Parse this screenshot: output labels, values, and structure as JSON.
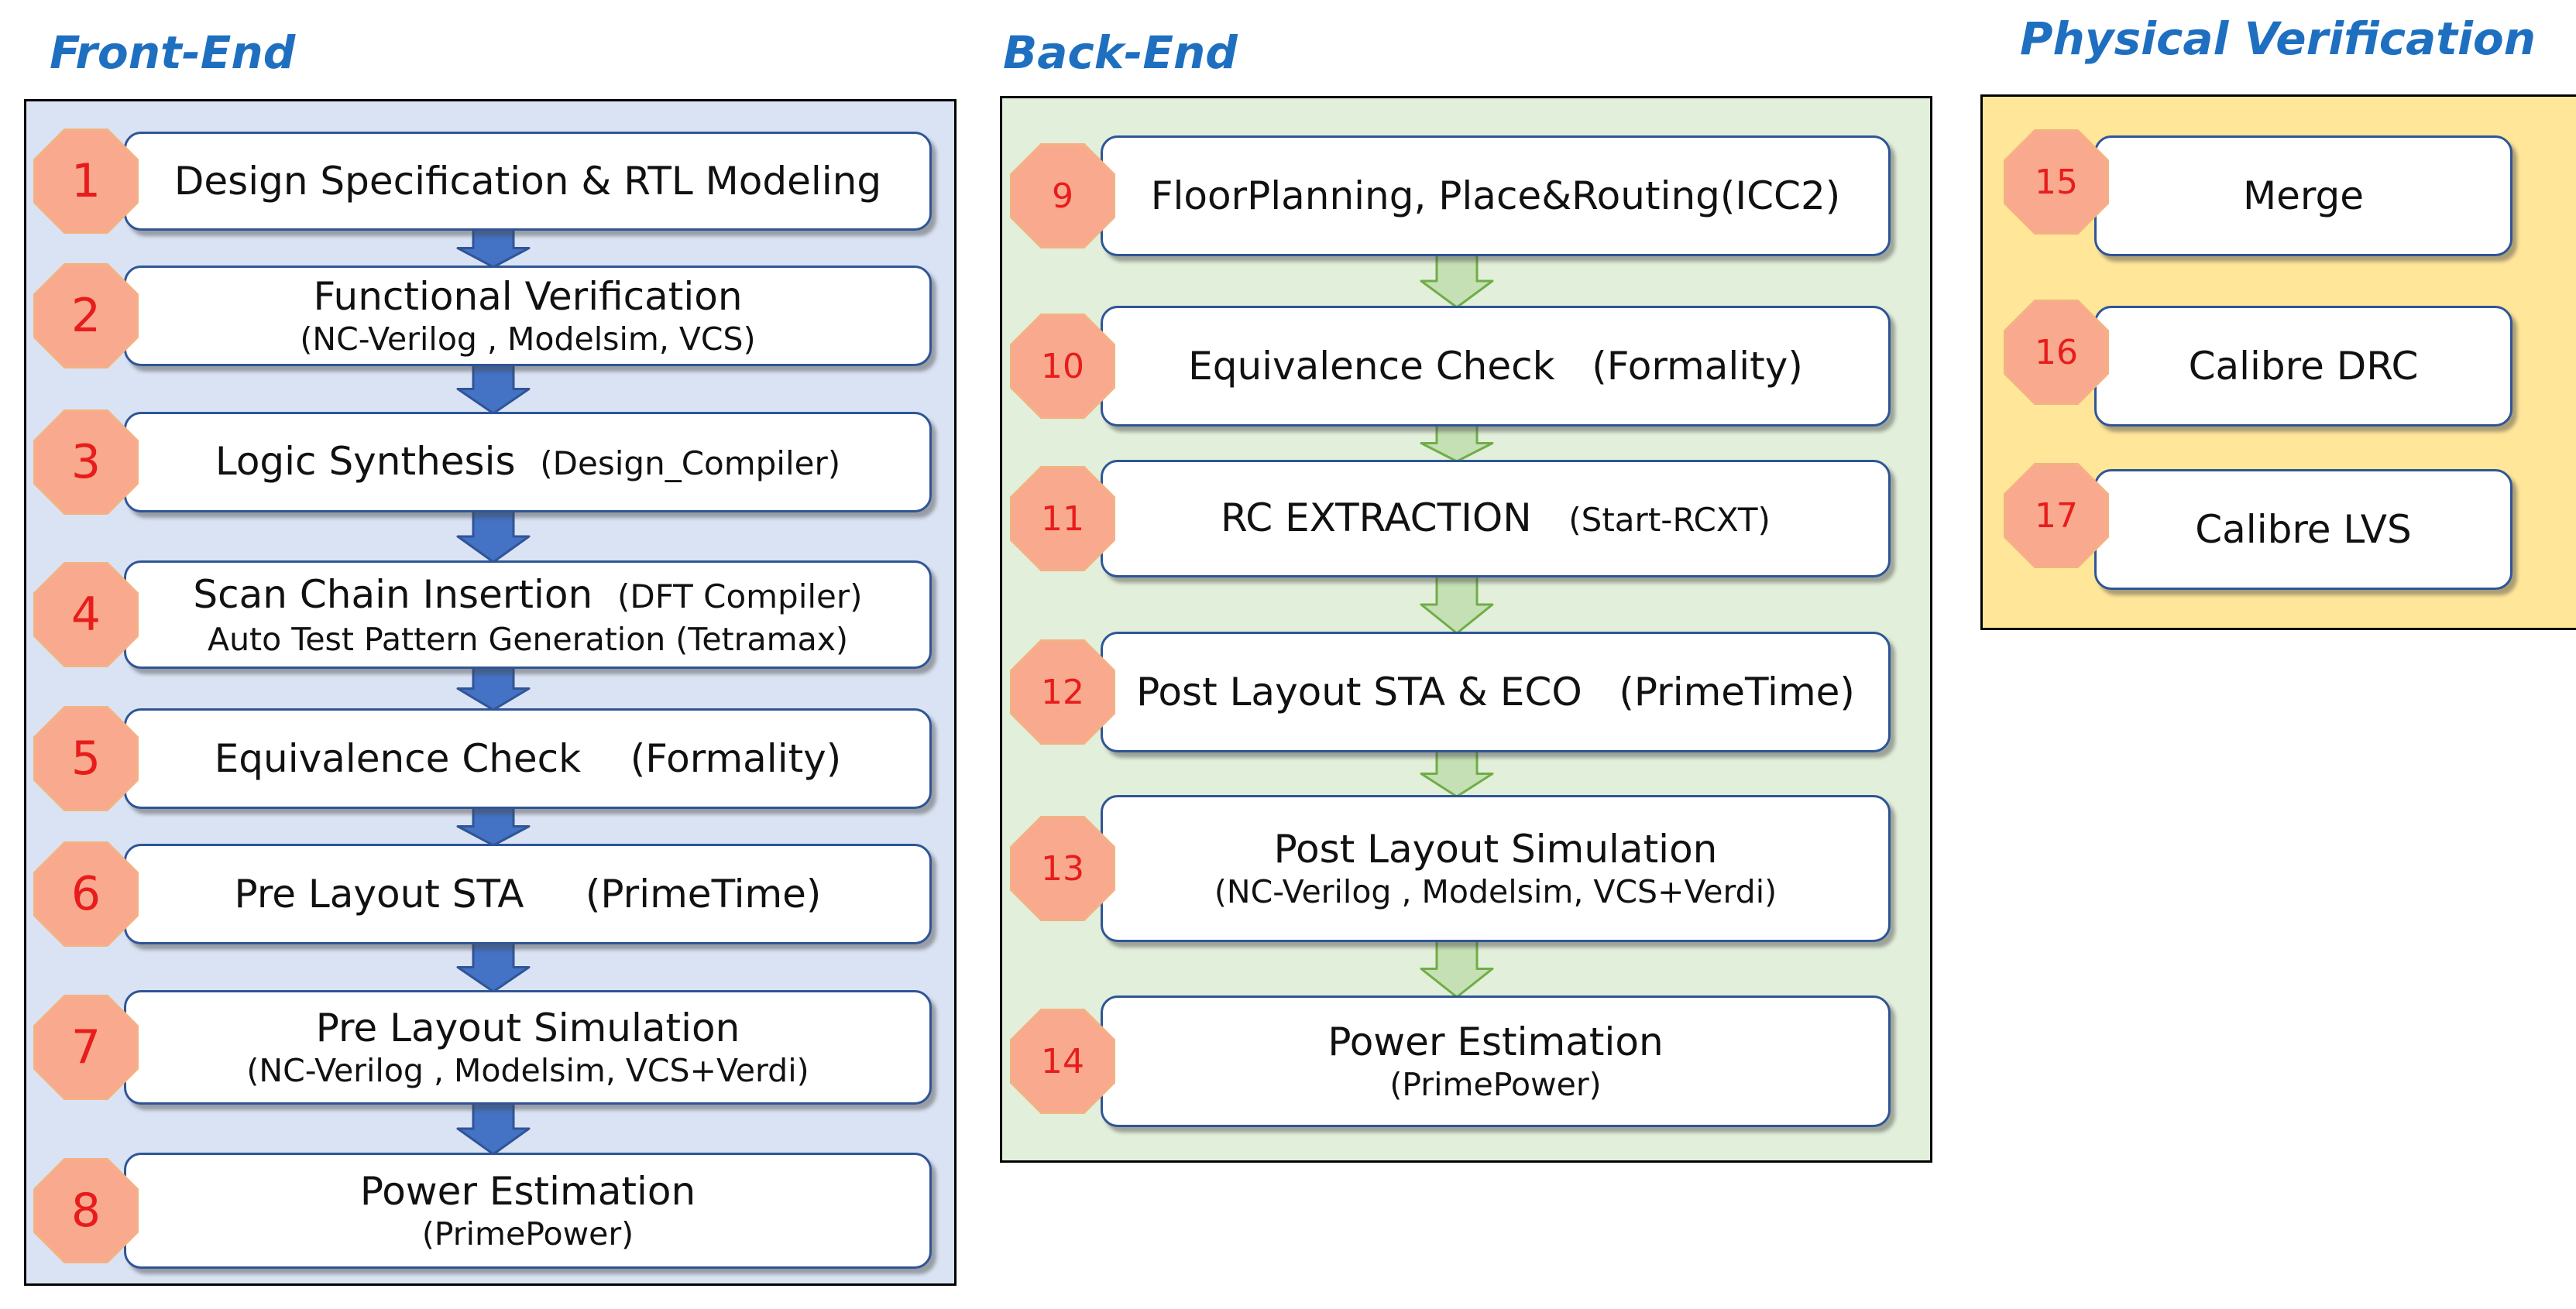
{
  "colors": {
    "front_end_panel": "#dae3f3",
    "back_end_panel": "#e2efda",
    "physical_panel": "#ffe699",
    "title_blue": "#1f6fc0",
    "box_border": "#2f5597",
    "badge_fill": "#f8a98e",
    "badge_number": "#e81c1c",
    "fe_arrow": "#4472c4",
    "be_arrow": "#c5e0b4"
  },
  "front_end": {
    "title": "Front-End",
    "steps": [
      {
        "num": "1",
        "main": "Design Specification & RTL Modeling",
        "tool": "",
        "sub": ""
      },
      {
        "num": "2",
        "main": "Functional Verification",
        "tool": "",
        "sub": "(NC-Verilog , Modelsim, VCS)"
      },
      {
        "num": "3",
        "main": "Logic Synthesis  ",
        "tool": "(Design_Compiler)",
        "sub": ""
      },
      {
        "num": "4",
        "main": "Scan Chain Insertion  ",
        "tool": "(DFT Compiler)",
        "sub": "Auto Test Pattern Generation (Tetramax)"
      },
      {
        "num": "5",
        "main": "Equivalence Check    (Formality)",
        "tool": "",
        "sub": ""
      },
      {
        "num": "6",
        "main": "Pre Layout STA     (PrimeTime)",
        "tool": "",
        "sub": ""
      },
      {
        "num": "7",
        "main": "Pre Layout Simulation",
        "tool": "",
        "sub": "(NC-Verilog , Modelsim, VCS+Verdi)"
      },
      {
        "num": "8",
        "main": "Power Estimation",
        "tool": "",
        "sub": "(PrimePower)"
      }
    ]
  },
  "back_end": {
    "title": "Back-End",
    "steps": [
      {
        "num": "9",
        "main": "FloorPlanning, Place&Routing(ICC2)",
        "tool": "",
        "sub": ""
      },
      {
        "num": "10",
        "main": "Equivalence Check   (Formality)",
        "tool": "",
        "sub": ""
      },
      {
        "num": "11",
        "main": "RC EXTRACTION   ",
        "tool": "(Start-RCXT)",
        "sub": ""
      },
      {
        "num": "12",
        "main": "Post Layout STA & ECO   (PrimeTime)",
        "tool": "",
        "sub": ""
      },
      {
        "num": "13",
        "main": "Post Layout Simulation",
        "tool": "",
        "sub": "(NC-Verilog , Modelsim, VCS+Verdi)"
      },
      {
        "num": "14",
        "main": "Power Estimation",
        "tool": "",
        "sub": "(PrimePower)"
      }
    ]
  },
  "physical_verification": {
    "title": "Physical Verification",
    "steps": [
      {
        "num": "15",
        "main": "Merge",
        "tool": "",
        "sub": ""
      },
      {
        "num": "16",
        "main": "Calibre DRC",
        "tool": "",
        "sub": ""
      },
      {
        "num": "17",
        "main": "Calibre LVS",
        "tool": "",
        "sub": ""
      }
    ]
  }
}
